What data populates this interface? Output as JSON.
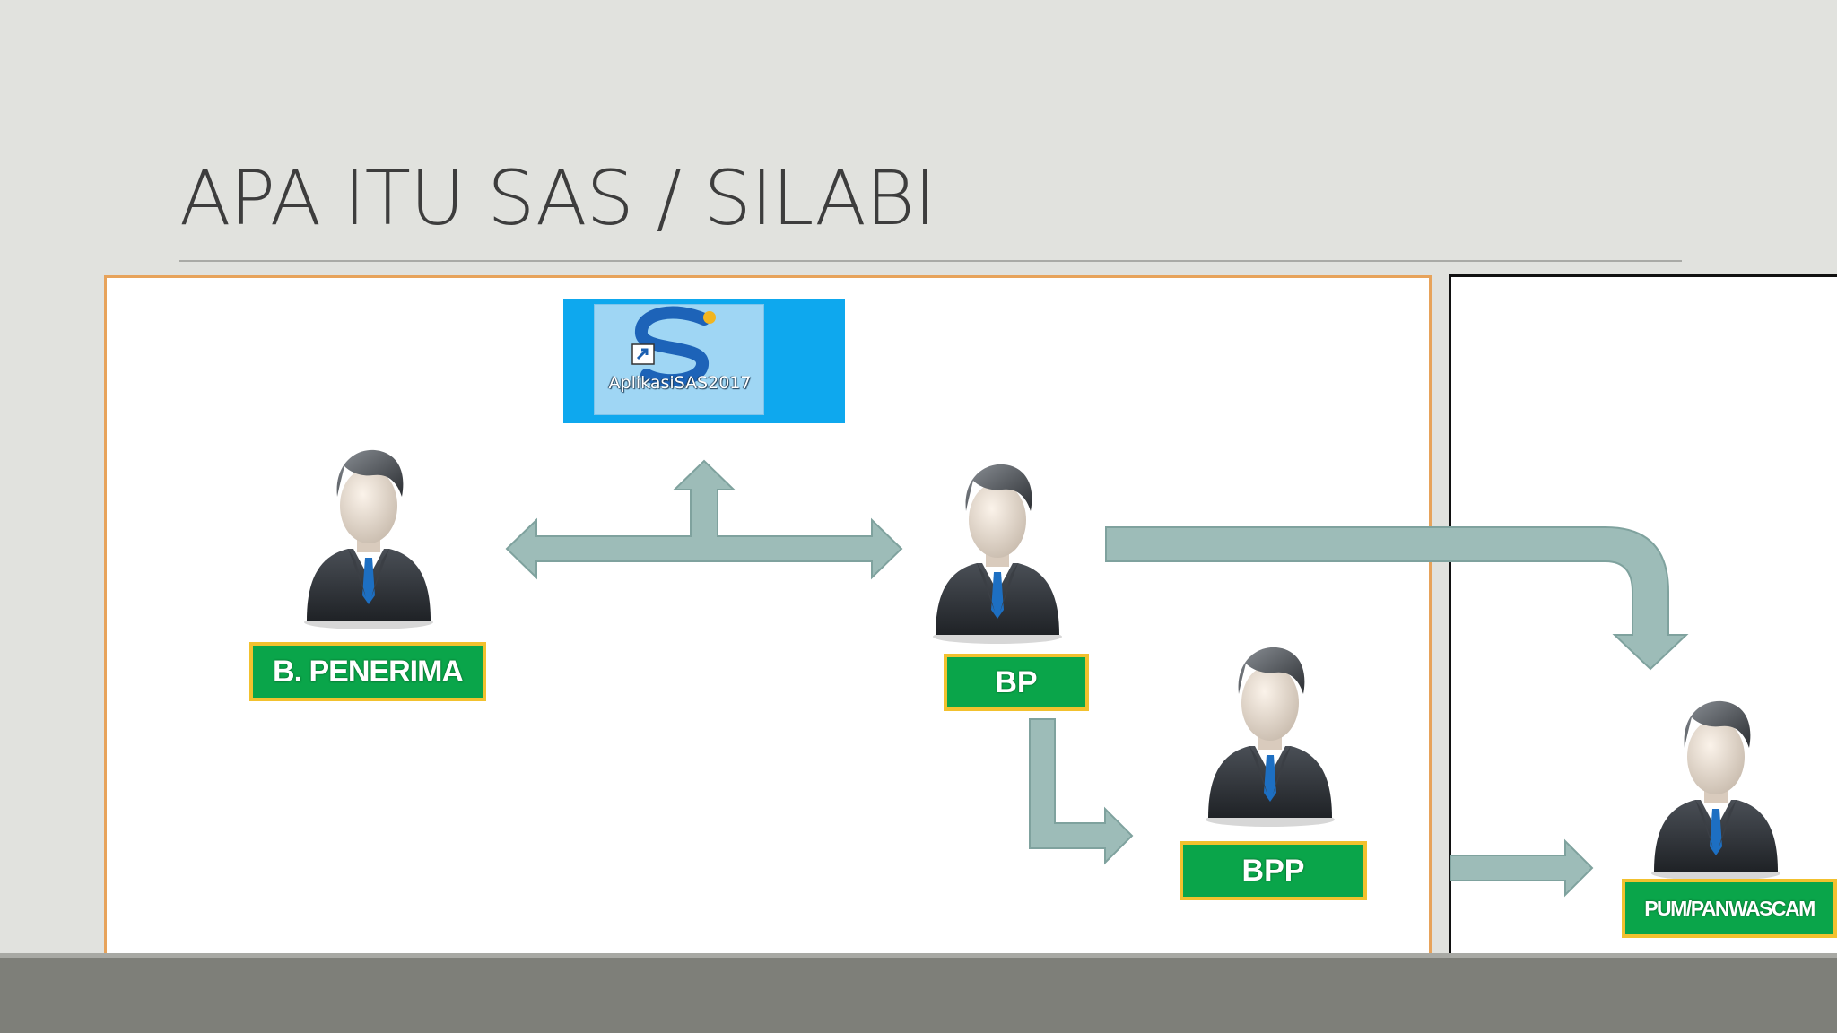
{
  "slide": {
    "title": "APA ITU SAS / SILABI"
  },
  "app_shortcut": {
    "caption": "AplikasiSAS2017",
    "icon": "shortcut-app-icon"
  },
  "nodes": [
    {
      "id": "b-penerima",
      "label": "B. PENERIMA",
      "icon": "businessman-icon"
    },
    {
      "id": "bp",
      "label": "BP",
      "icon": "businessman-icon"
    },
    {
      "id": "bpp",
      "label": "BPP",
      "icon": "businessman-icon"
    },
    {
      "id": "pum",
      "label": "PUM/PANWASCAM",
      "icon": "businessman-icon"
    }
  ],
  "colors": {
    "label_fill": "#0aa54a",
    "label_border": "#f2c12e",
    "arrow_fill": "#9dbcb8",
    "main_panel_border": "#e7a35b",
    "app_tile": "#0ea8ee"
  }
}
